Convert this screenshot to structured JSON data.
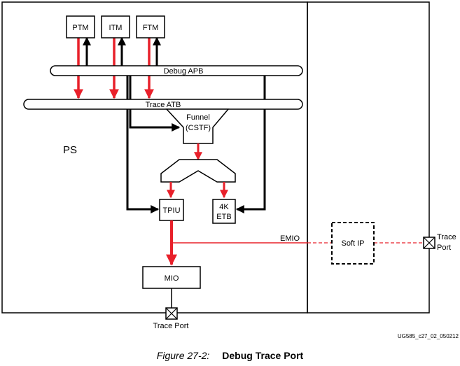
{
  "diagram": {
    "region_ps_label": "PS",
    "blocks": {
      "ptm": "PTM",
      "itm": "ITM",
      "ftm": "FTM",
      "funnel_line1": "Funnel",
      "funnel_line2": "(CSTF)",
      "tpiu": "TPIU",
      "etb_line1": "4K",
      "etb_line2": "ETB",
      "mio": "MIO",
      "soft_ip": "Soft IP"
    },
    "buses": {
      "debug_apb": "Debug APB",
      "trace_atb": "Trace ATB"
    },
    "signals": {
      "emio": "EMIO"
    },
    "ports": {
      "bottom_line1": "Trace Port",
      "right_line1": "Trace",
      "right_line2": "Port"
    },
    "doc_id": "UG585_c27_02_050212",
    "colors": {
      "trace_red": "#e8202a",
      "control_black": "#000000"
    }
  },
  "caption": {
    "figure_number": "Figure 27-2:",
    "title": "Debug Trace Port"
  }
}
